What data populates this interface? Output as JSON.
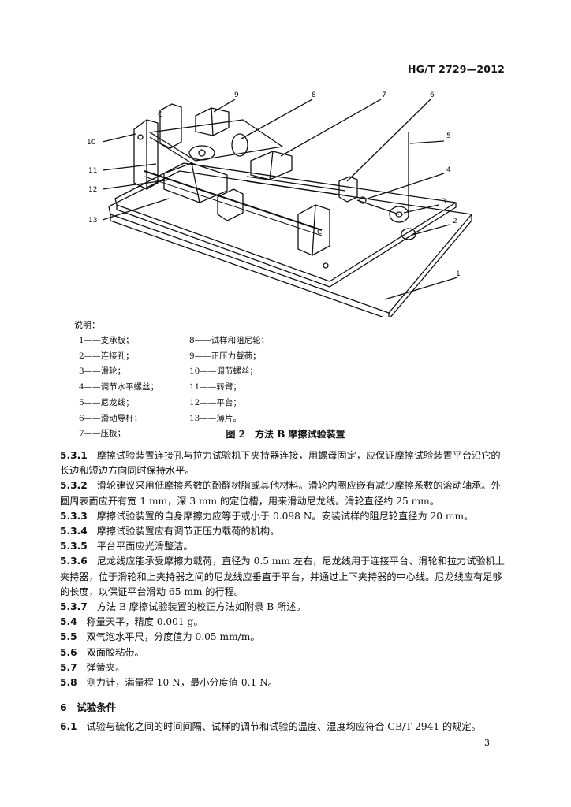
{
  "header": {
    "standard_code": "HG/T 2729—2012"
  },
  "figure": {
    "callouts": [
      "1",
      "2",
      "3",
      "4",
      "5",
      "6",
      "7",
      "8",
      "9",
      "10",
      "11",
      "12",
      "13"
    ],
    "marks": {
      "c1": "C",
      "c2": "C"
    },
    "legend_title": "说明：",
    "legend_left": [
      "1——支承板；",
      "2——连接孔；",
      "3——滑轮；",
      "4——调节水平螺丝；",
      "5——尼龙线；",
      "6——滑动导杆；",
      "7——压板；"
    ],
    "legend_right": [
      "8——试样和阻尼轮；",
      "9——正压力载荷；",
      "10——调节螺丝；",
      "11——转臂；",
      "12——平台；",
      "13——薄片。"
    ],
    "caption": "图 2　方法 B 摩擦试验装置"
  },
  "paragraphs": [
    {
      "num": "5.3.1",
      "text": "摩擦试验装置连接孔与拉力试验机下夹持器连接，用螺母固定，应保证摩擦试验装置平台沿它的长边和短边方向同时保持水平。"
    },
    {
      "num": "5.3.2",
      "text": "滑轮建议采用低摩擦系数的酚醛树脂或其他材料。滑轮内圈应嵌有减少摩擦系数的滚动轴承。外圆周表面应开有宽 1 mm，深 3 mm 的定位槽，用来滑动尼龙线。滑轮直径约 25 mm。"
    },
    {
      "num": "5.3.3",
      "text": "摩擦试验装置的自身摩擦力应等于或小于 0.098 N。安装试样的阻尼轮直径为 20 mm。"
    },
    {
      "num": "5.3.4",
      "text": "摩擦试验装置应有调节正压力载荷的机构。"
    },
    {
      "num": "5.3.5",
      "text": "平台平面应光滑整洁。"
    },
    {
      "num": "5.3.6",
      "text": "尼龙线应能承受摩擦力载荷，直径为 0.5 mm 左右，尼龙线用于连接平台、滑轮和拉力试验机上夹持器，位于滑轮和上夹持器之间的尼龙线应垂直于平台，并通过上下夹持器的中心线。尼龙线应有足够的长度，以保证平台滑动 65 mm 的行程。"
    },
    {
      "num": "5.3.7",
      "text": "方法 B 摩擦试验装置的校正方法如附录 B 所述。"
    },
    {
      "num": "5.4",
      "text": "称量天平，精度 0.001 g。"
    },
    {
      "num": "5.5",
      "text": "双气泡水平尺，分度值为 0.05 mm/m。"
    },
    {
      "num": "5.6",
      "text": "双面胶粘带。"
    },
    {
      "num": "5.7",
      "text": "弹簧夹。"
    },
    {
      "num": "5.8",
      "text": "测力计，满量程 10 N，最小分度值 0.1 N。"
    }
  ],
  "section6": {
    "title": "6　试验条件",
    "items": [
      {
        "num": "6.1",
        "text": "试验与硫化之间的时间间隔、试样的调节和试验的温度、湿度均应符合 GB/T 2941 的规定。"
      }
    ]
  },
  "footer": {
    "page_number": "3"
  }
}
